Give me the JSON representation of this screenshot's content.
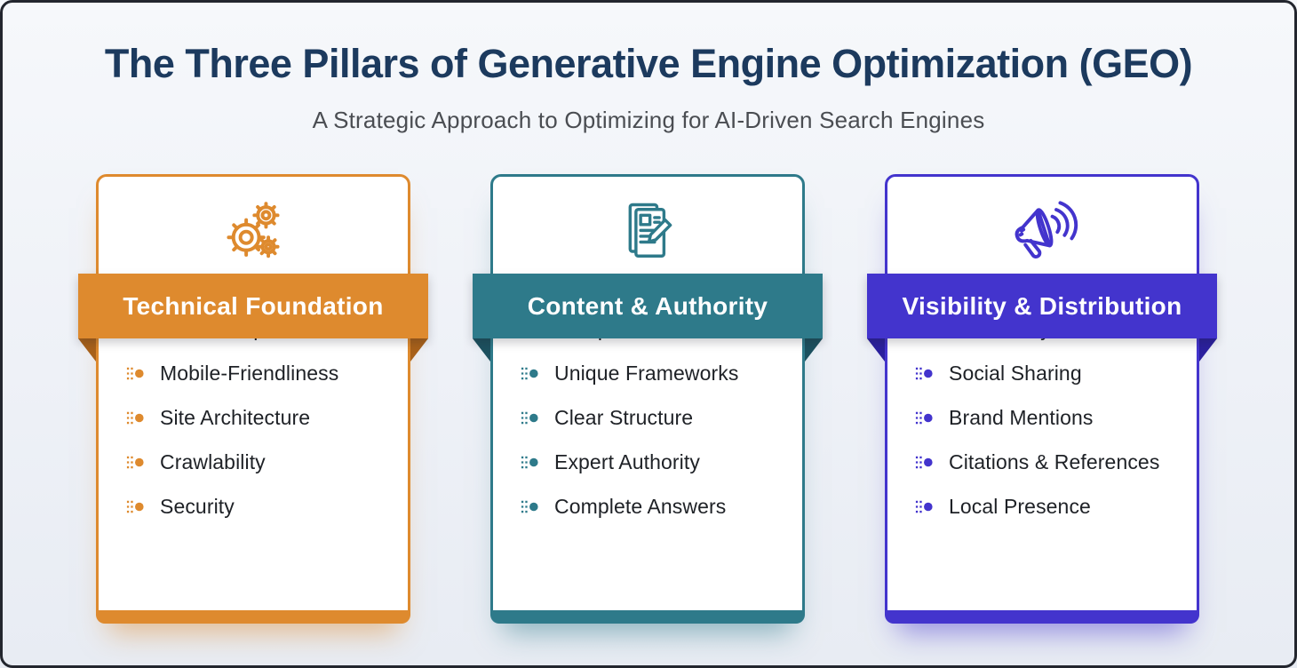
{
  "header": {
    "title": "The Three Pillars of Generative Engine Optimization (GEO)",
    "subtitle": "A Strategic Approach to Optimizing for AI-Driven Search Engines"
  },
  "theme": {
    "title_color": "#1c3a5e",
    "subtitle_color": "#4a4d52",
    "frame_color": "#23262e"
  },
  "pillars": [
    {
      "title": "Technical Foundation",
      "icon": "gears-icon",
      "color": "#de8a2e",
      "color_dark": "#a8611a",
      "items": [
        "Website Speed",
        "Mobile-Friendliness",
        "Site Architecture",
        "Crawlability",
        "Security"
      ]
    },
    {
      "title": "Content & Authority",
      "icon": "document-pencil-icon",
      "color": "#2e7a8a",
      "color_dark": "#1c515f",
      "items": [
        "Comprehensive Content",
        "Unique Frameworks",
        "Clear Structure",
        "Expert Authority",
        "Complete Answers"
      ]
    },
    {
      "title": "Visibility & Distribution",
      "icon": "megaphone-icon",
      "color": "#4334cd",
      "color_dark": "#2b209e",
      "items": [
        "Content Syndication",
        "Social Sharing",
        "Brand Mentions",
        "Citations & References",
        "Local Presence"
      ]
    }
  ]
}
